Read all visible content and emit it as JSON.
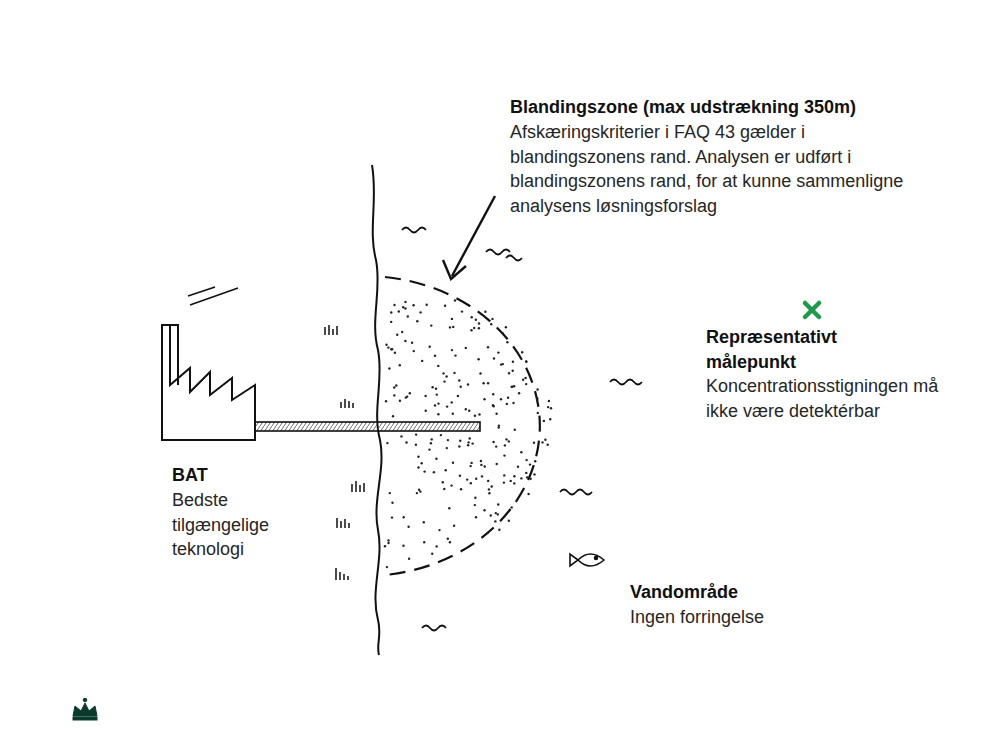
{
  "diagram": {
    "labels": [
      "Blandingszone (max udstrækning 350m)",
      "Afskæringskriterier i FAQ 43 gælder i blandingszonens rand. Analysen er udført i blandingszonens rand, for at kunne sammenligne analysens løsningsforslag",
      "Repræsentativt målepunkt",
      "Koncentrationsstigningen må ikke være detektérbar",
      "BAT",
      "Bedste tilgængelige teknologi",
      "Vandområde",
      "Ingen forringelse"
    ]
  }
}
